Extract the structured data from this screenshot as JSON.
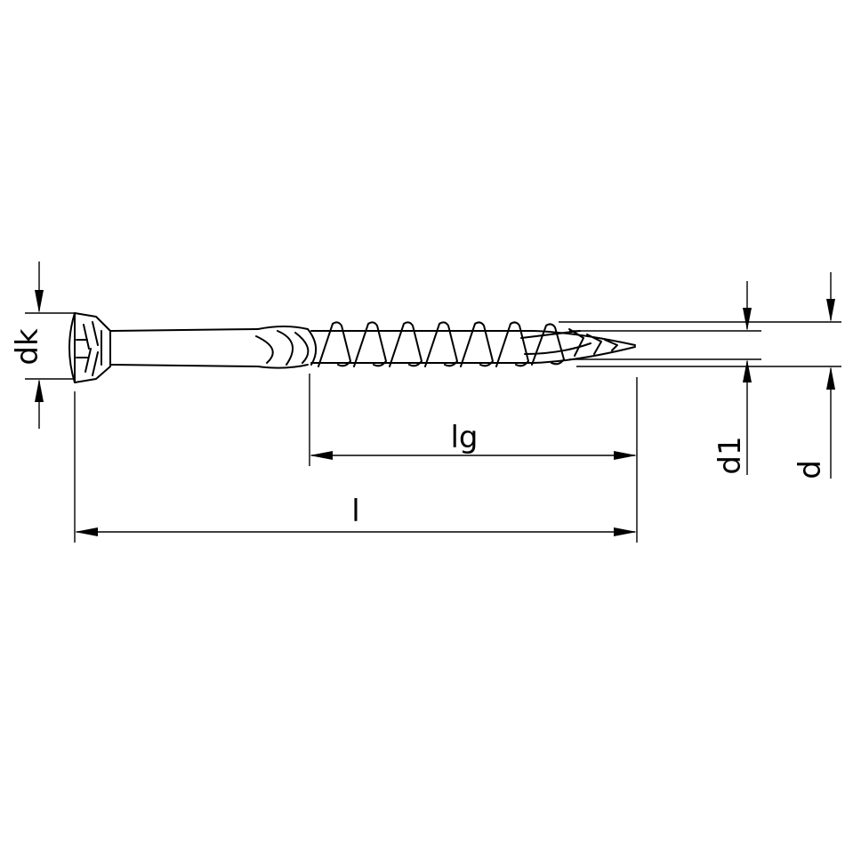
{
  "labels": {
    "dk": "dk",
    "lg": "lg",
    "l": "l",
    "d1": "d1",
    "d": "d"
  },
  "colors": {
    "line": "#000000",
    "background": "#ffffff"
  }
}
